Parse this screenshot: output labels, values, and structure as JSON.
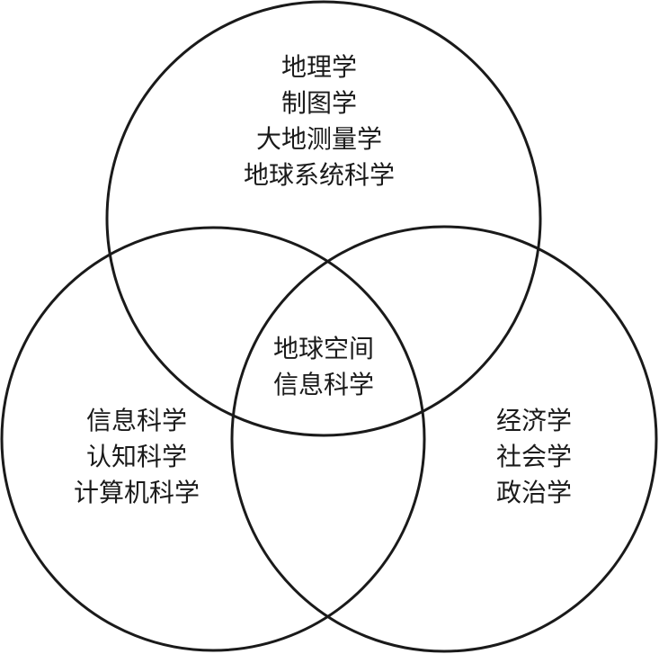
{
  "diagram": {
    "type": "venn",
    "sets": {
      "top": {
        "lines": [
          "地理学",
          "制图学",
          "大地测量学",
          "地球系统科学"
        ]
      },
      "left": {
        "lines": [
          "信息科学",
          "认知科学",
          "计算机科学"
        ]
      },
      "right": {
        "lines": [
          "经济学",
          "社会学",
          "政治学"
        ]
      },
      "center": {
        "lines": [
          "地球空间",
          "信息科学"
        ]
      }
    }
  }
}
